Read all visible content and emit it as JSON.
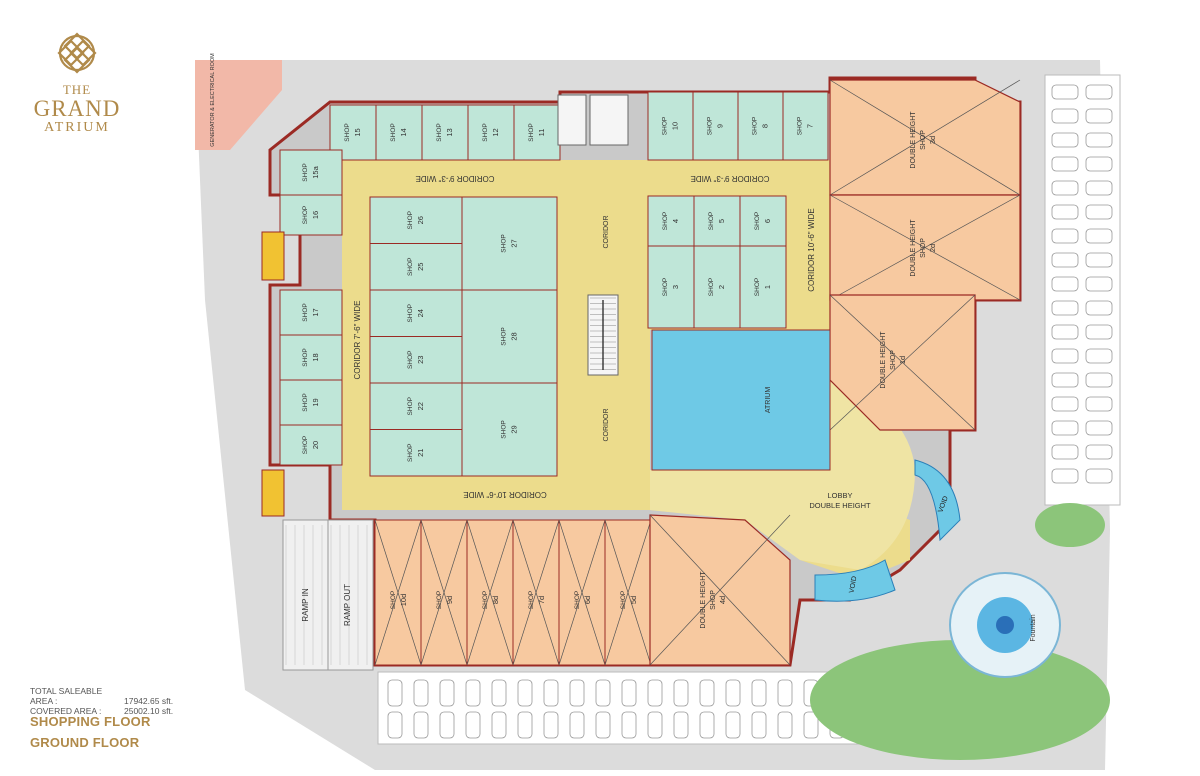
{
  "brand": {
    "the": "THE",
    "grand": "GRAND",
    "atrium": "ATRIUM"
  },
  "areas": {
    "saleable_label": "TOTAL SALEABLE AREA :",
    "saleable_value": "17942.65 sft.",
    "covered_label": "COVERED AREA :",
    "covered_value": "25002.10 sft."
  },
  "floor": {
    "line1": "SHOPPING FLOOR",
    "line2": "GROUND FLOOR"
  },
  "labels": {
    "corridor_top_left": "CORIDOR 9'-3\" WIDE",
    "corridor_top_right": "CORIDOR 9'-3\" WIDE",
    "corridor_left": "CORIDOR 7'-6\" WIDE",
    "corridor_right": "CORIDOR 10'-6\" WIDE",
    "corridor_bottom": "CORIDOR 10'-6\" WIDE",
    "corridor_center_top": "CORIDOR",
    "corridor_center_bottom": "CORIDOR",
    "atrium": "ATRIUM",
    "lobby_1": "LOBBY",
    "lobby_2": "DOUBLE HEIGHT",
    "void": "VOID",
    "fountain": "Fountain",
    "ramp_in": "RAMP IN",
    "ramp_out": "RAMP OUT",
    "generator": "GENERATOR & ELECTRICAL ROOM",
    "shop": "SHOP",
    "double_height": "DOUBLE HEIGHT"
  },
  "shops": {
    "top_left": [
      "15",
      "14",
      "13",
      "12",
      "11"
    ],
    "top_right": [
      "10",
      "9",
      "8",
      "7"
    ],
    "left_col": [
      "15a",
      "16",
      "17",
      "18",
      "19",
      "20"
    ],
    "center_left": [
      "26",
      "25",
      "24",
      "23",
      "22",
      "21"
    ],
    "center_big": [
      "27",
      "28",
      "29"
    ],
    "right_upper": [
      "4",
      "5",
      "6"
    ],
    "right_lower": [
      "3",
      "2",
      "1"
    ],
    "bottom": [
      "10d",
      "9d",
      "8d",
      "7d",
      "6d",
      "5d"
    ],
    "double_height": [
      "3d",
      "2d",
      "1d",
      "4d"
    ]
  },
  "colors": {
    "corridor": "#ecdc8c",
    "shop_teal": "#bfe6d8",
    "shop_orange": "#f7c9a0",
    "atrium": "#6ec9e6",
    "wall": "#9b2a24",
    "ground": "#dcdcdc"
  }
}
